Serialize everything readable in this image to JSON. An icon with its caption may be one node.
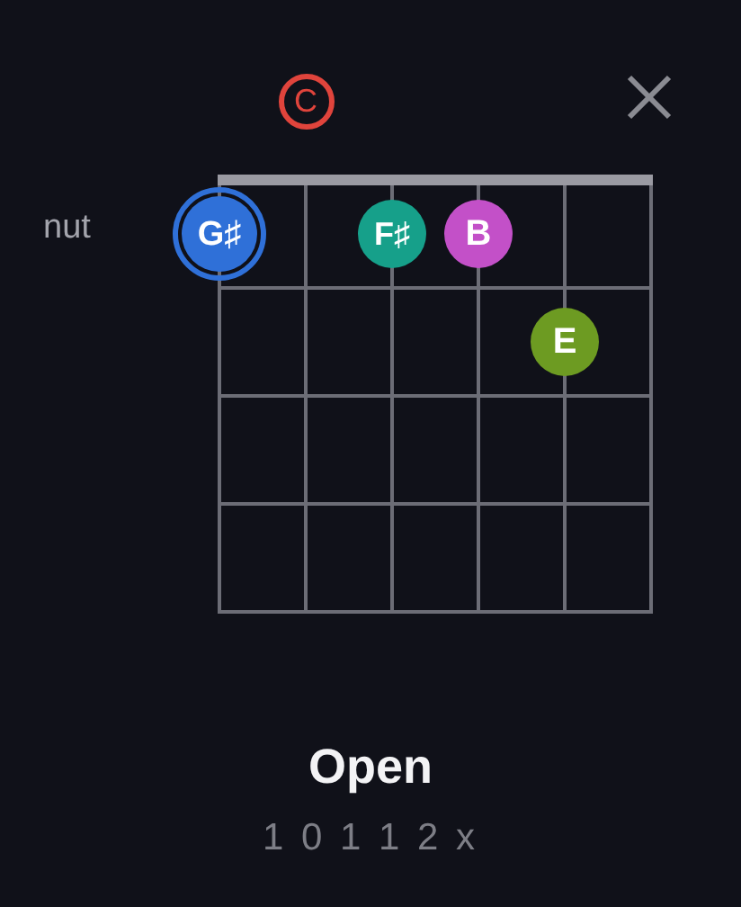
{
  "diagram": {
    "caption": "Open",
    "nodes": [
      {
        "text": [
          "C"
        ]
      },
      {
        "text": [
          "G♯"
        ]
      },
      {
        "text": [
          "F♯"
        ]
      },
      {
        "text": [
          "B"
        ]
      },
      {
        "text": [
          "E"
        ]
      }
    ],
    "labels": [
      "nut",
      "1 0 1 1 2 x"
    ]
  }
}
